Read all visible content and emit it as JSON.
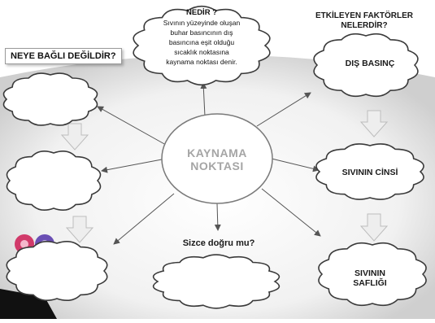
{
  "center": {
    "line1": "KAYNAMA",
    "line2": "NOKTASI"
  },
  "definition": {
    "heading": "NEDİR ?",
    "lines": [
      "Sıvının yüzeyinde oluşan",
      "buhar basıncının dış",
      "basıncına eşit olduğu",
      "sıcaklık noktasına",
      "kaynama noktası denir."
    ]
  },
  "left_title": "NEYE BAĞLI DEĞİLDİR?",
  "right_title": {
    "line1": "ETKİLEYEN FAKTÖRLER",
    "line2": "NELERDİR?"
  },
  "factors": [
    {
      "lines": [
        "DIŞ BASINÇ"
      ]
    },
    {
      "lines": [
        "SIVININ CİNSİ"
      ]
    },
    {
      "lines": [
        "SIVININ",
        "SAFLIĞI"
      ]
    }
  ],
  "question": "Sizce doğru mu?",
  "colors": {
    "cloud_fill": "#ffffff",
    "cloud_stroke": "#3a3a3a",
    "arrow": "#555555",
    "center_text": "#a5a5a5",
    "block_arrow": "#eeeeee"
  }
}
